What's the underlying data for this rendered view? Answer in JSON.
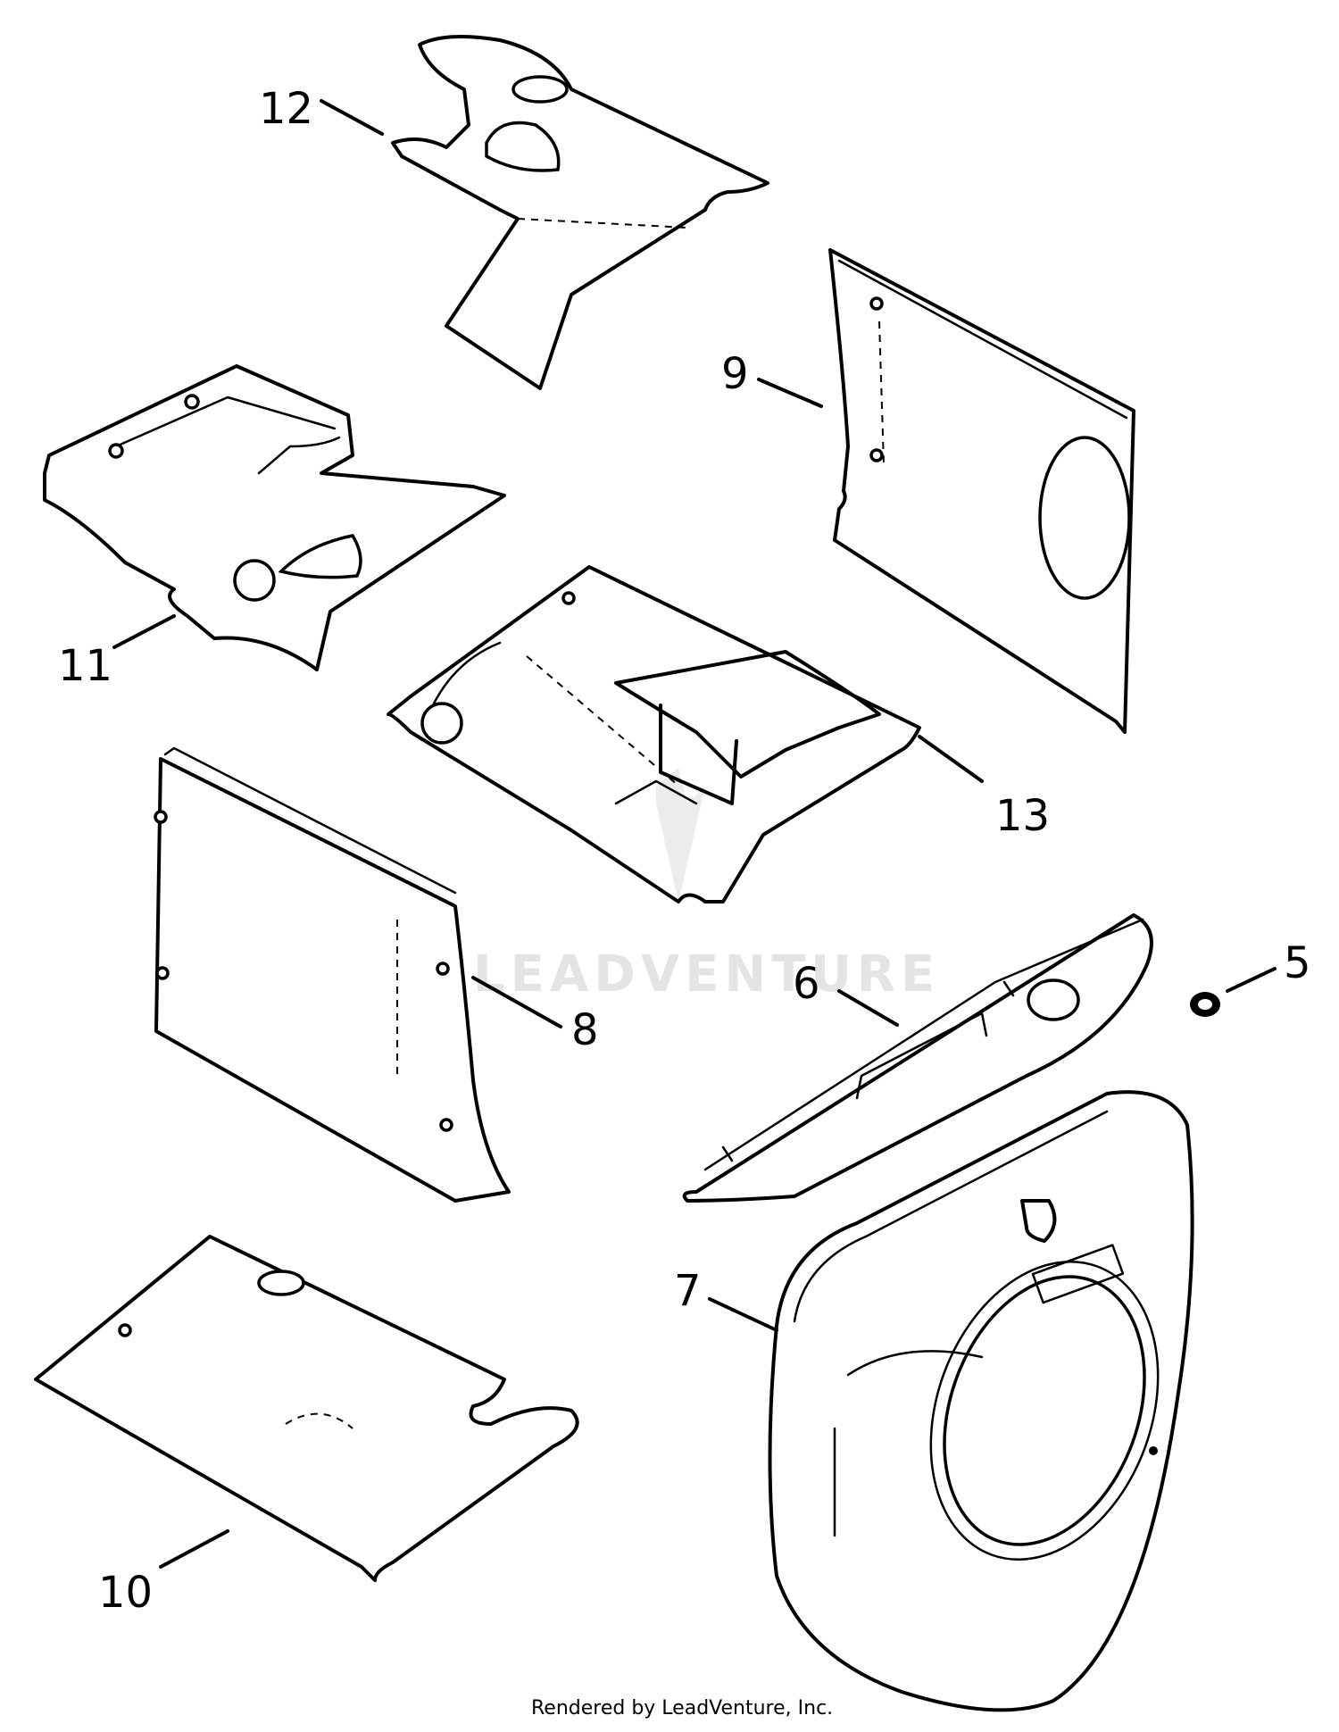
{
  "diagram": {
    "callouts": [
      "5",
      "6",
      "7",
      "8",
      "9",
      "10",
      "11",
      "12",
      "13"
    ],
    "watermark": "LEADVENTURE",
    "footer": "Rendered by LeadVenture, Inc."
  }
}
